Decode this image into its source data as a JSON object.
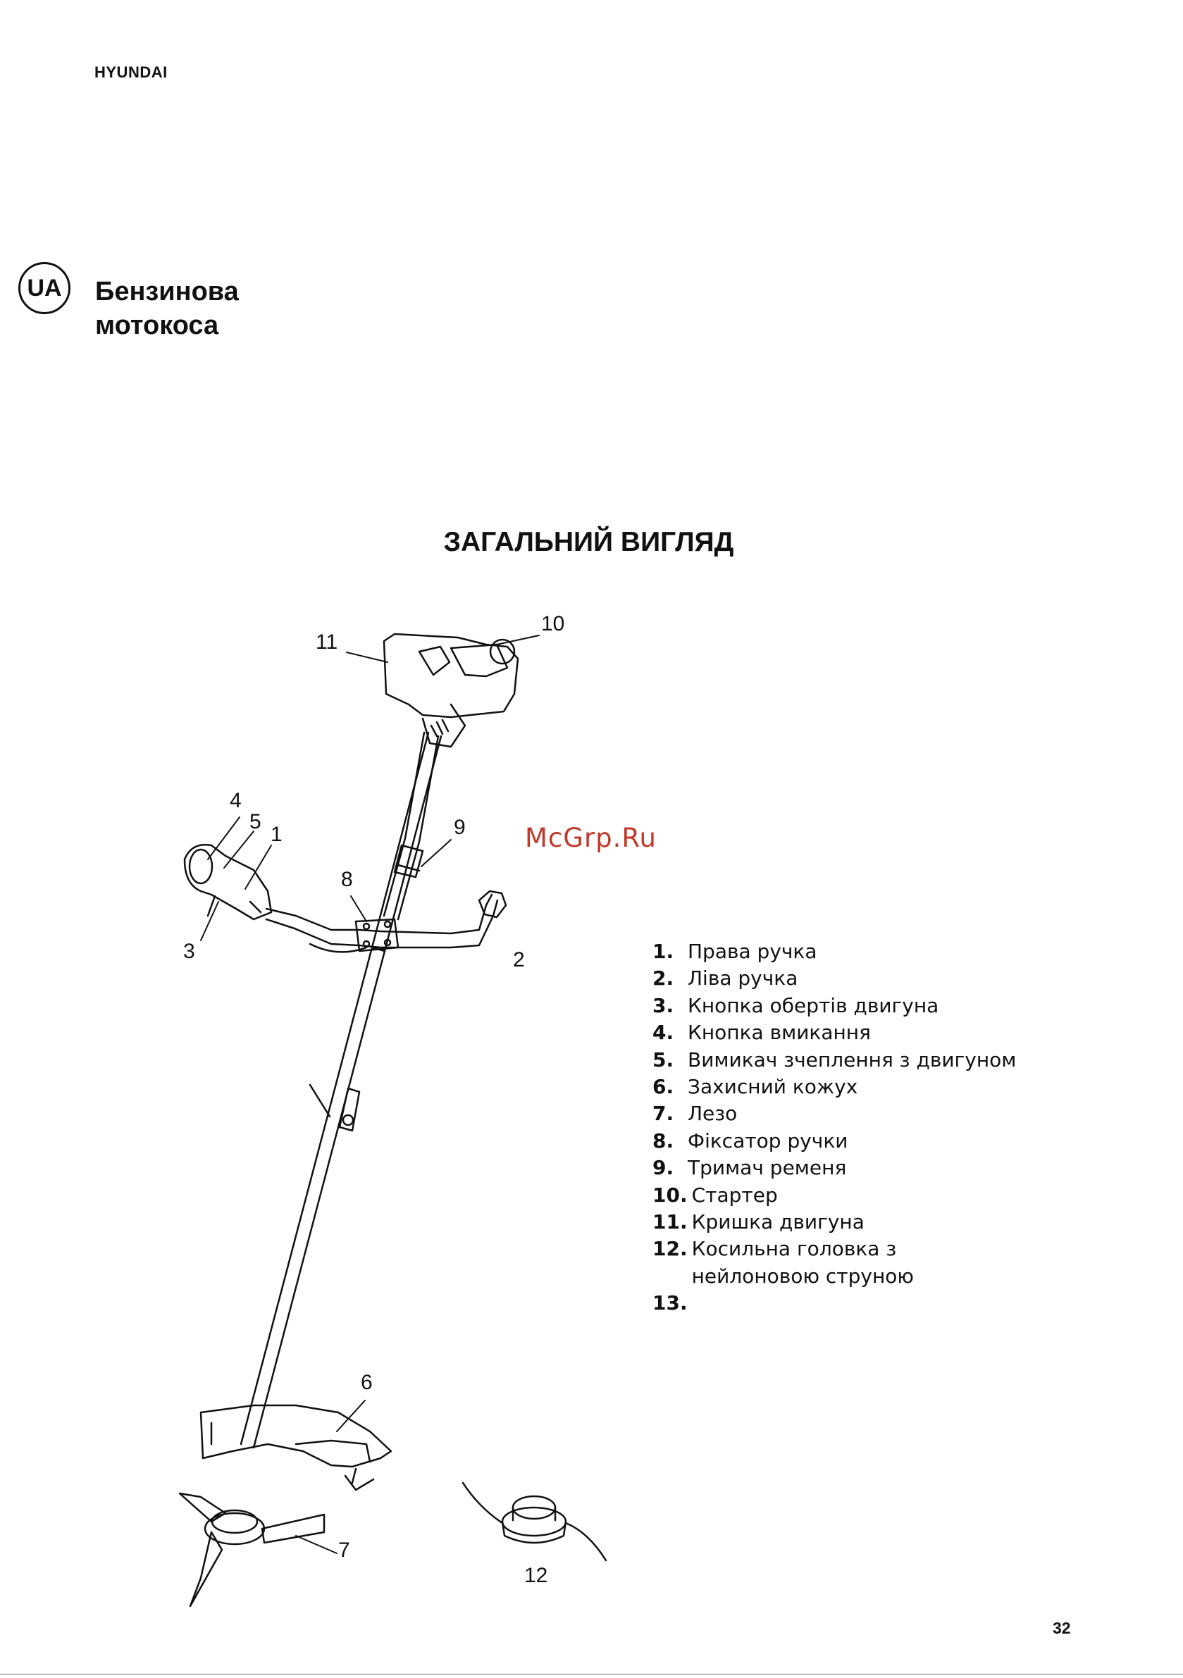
{
  "header": {
    "brand": "HYUNDAI"
  },
  "language_badge": "UA",
  "title_lines": [
    "Бензинова",
    "мотокоса"
  ],
  "section_title": "ЗАГАЛЬНИЙ ВИГЛЯД",
  "watermark": "McGrp.Ru",
  "diagram_callouts": [
    "1",
    "2",
    "3",
    "4",
    "5",
    "6",
    "7",
    "8",
    "9",
    "10",
    "11",
    "12"
  ],
  "parts": [
    {
      "num": "1.",
      "label": "Права ручка"
    },
    {
      "num": "2.",
      "label": "Ліва ручка"
    },
    {
      "num": "3.",
      "label": "Кнопка обертів двигуна"
    },
    {
      "num": "4.",
      "label": "Кнопка вмикання"
    },
    {
      "num": "5.",
      "label": "Вимикач зчеплення з двигуном"
    },
    {
      "num": "6.",
      "label": "Захисний кожух"
    },
    {
      "num": "7.",
      "label": "Лезо"
    },
    {
      "num": "8.",
      "label": "Фіксатор ручки"
    },
    {
      "num": "9.",
      "label": "Тримач ременя"
    },
    {
      "num": "10.",
      "label": "Стартер"
    },
    {
      "num": "11.",
      "label": "Кришка двигуна"
    },
    {
      "num": "12.",
      "label": "Косильна головка з\nнейлоновою струною"
    },
    {
      "num": "13.",
      "label": ""
    }
  ],
  "page_number": "32"
}
